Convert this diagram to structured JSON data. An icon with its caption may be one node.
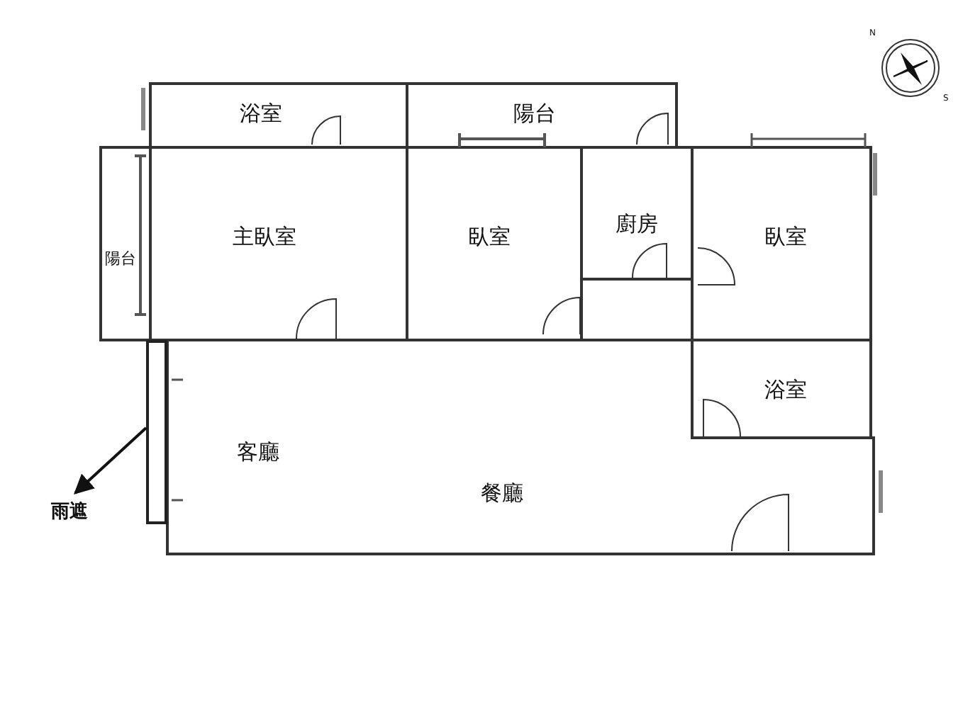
{
  "diagram": {
    "nodes": [
      {
        "text": [
          "浴室"
        ]
      },
      {
        "text": [
          "陽台"
        ]
      },
      {
        "text": [
          "陽台"
        ]
      },
      {
        "text": [
          "主臥室"
        ]
      },
      {
        "text": [
          "臥室"
        ]
      },
      {
        "text": [
          "廚房"
        ]
      },
      {
        "text": [
          "臥室"
        ]
      },
      {
        "text": [
          "浴室"
        ]
      },
      {
        "text": [
          "客廳",
          "餐廳"
        ]
      },
      {
        "text": [],
        "shape": "bar"
      },
      {
        "text": [
          "雨遮"
        ]
      }
    ],
    "edges": [
      {
        "from": 9,
        "to": 10,
        "arrow": "to"
      }
    ],
    "labels": [
      "N",
      "S"
    ]
  }
}
